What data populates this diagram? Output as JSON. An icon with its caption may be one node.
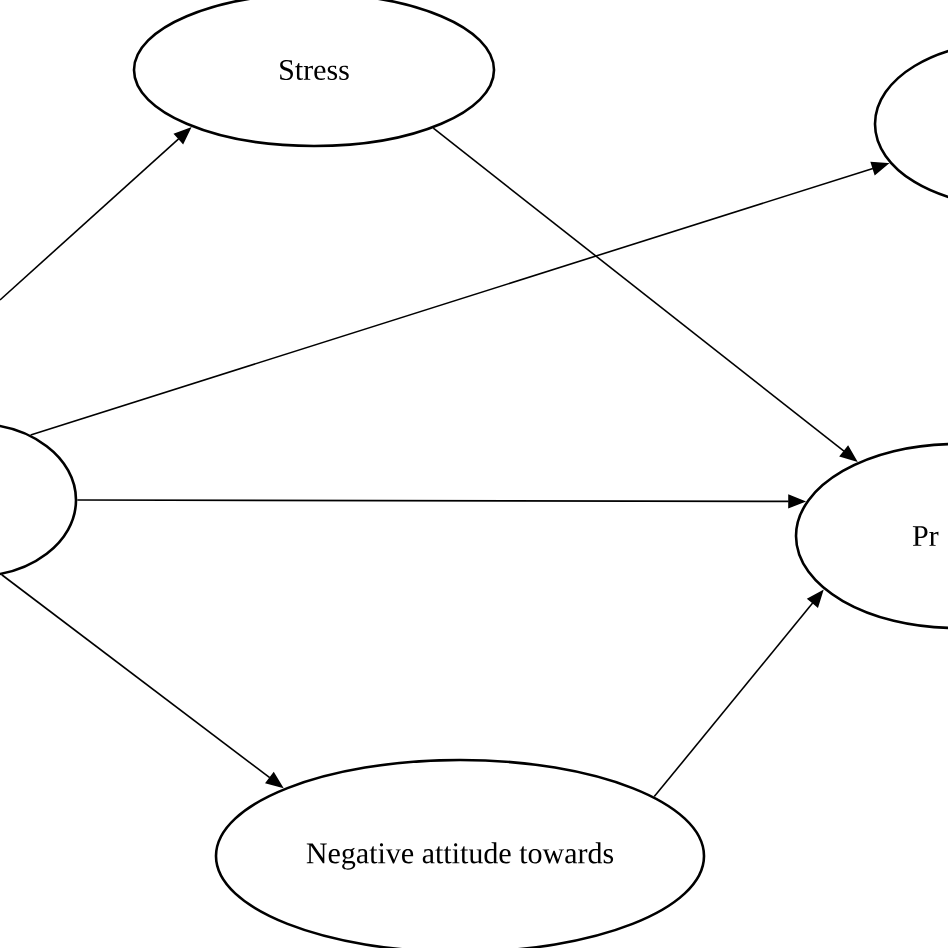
{
  "diagram": {
    "nodes": [
      {
        "text": [
          "Stress"
        ]
      },
      {
        "text": [],
        "shape": "ellipse"
      },
      {
        "text": [],
        "shape": "ellipse"
      },
      {
        "text": [
          "Pr"
        ]
      },
      {
        "text": [
          "Negative attitude towards"
        ]
      }
    ],
    "edges": [
      {
        "from": null,
        "to": 0,
        "arrow": "to"
      },
      {
        "from": 2,
        "to": 1,
        "arrow": "to"
      },
      {
        "from": 0,
        "to": 3,
        "arrow": "to"
      },
      {
        "from": 2,
        "to": 3,
        "arrow": "to"
      },
      {
        "from": 2,
        "to": 4,
        "arrow": "to"
      },
      {
        "from": 4,
        "to": 3,
        "arrow": "to"
      }
    ]
  }
}
